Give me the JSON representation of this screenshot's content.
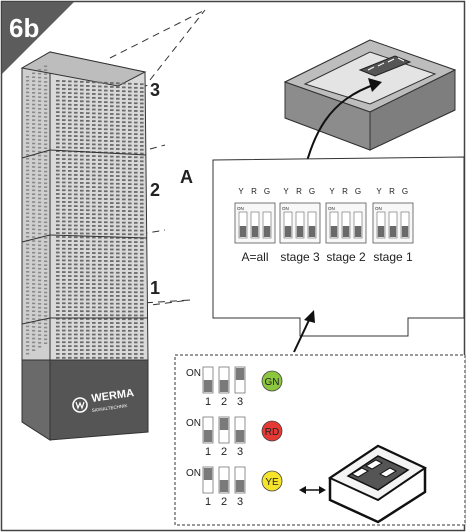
{
  "figure": {
    "id": "6b",
    "badge_color": "#5c5c5c"
  },
  "tower": {
    "brand": "WERMA",
    "brand_sub": "SIGNALTECHNIK",
    "stage_labels": [
      "3",
      "2",
      "1"
    ]
  },
  "inset": {
    "label": "A",
    "channel_letters": [
      "Y",
      "R",
      "G"
    ],
    "switch_on_text": "ON",
    "groups": [
      "A=all",
      "stage 3",
      "stage 2",
      "stage 1"
    ]
  },
  "legend": {
    "on_label": "ON",
    "positions": [
      "1",
      "2",
      "3"
    ],
    "rows": [
      {
        "code": "GN",
        "color": "#8cc63f"
      },
      {
        "code": "RD",
        "color": "#e53935"
      },
      {
        "code": "YE",
        "color": "#f5e42a"
      }
    ]
  }
}
